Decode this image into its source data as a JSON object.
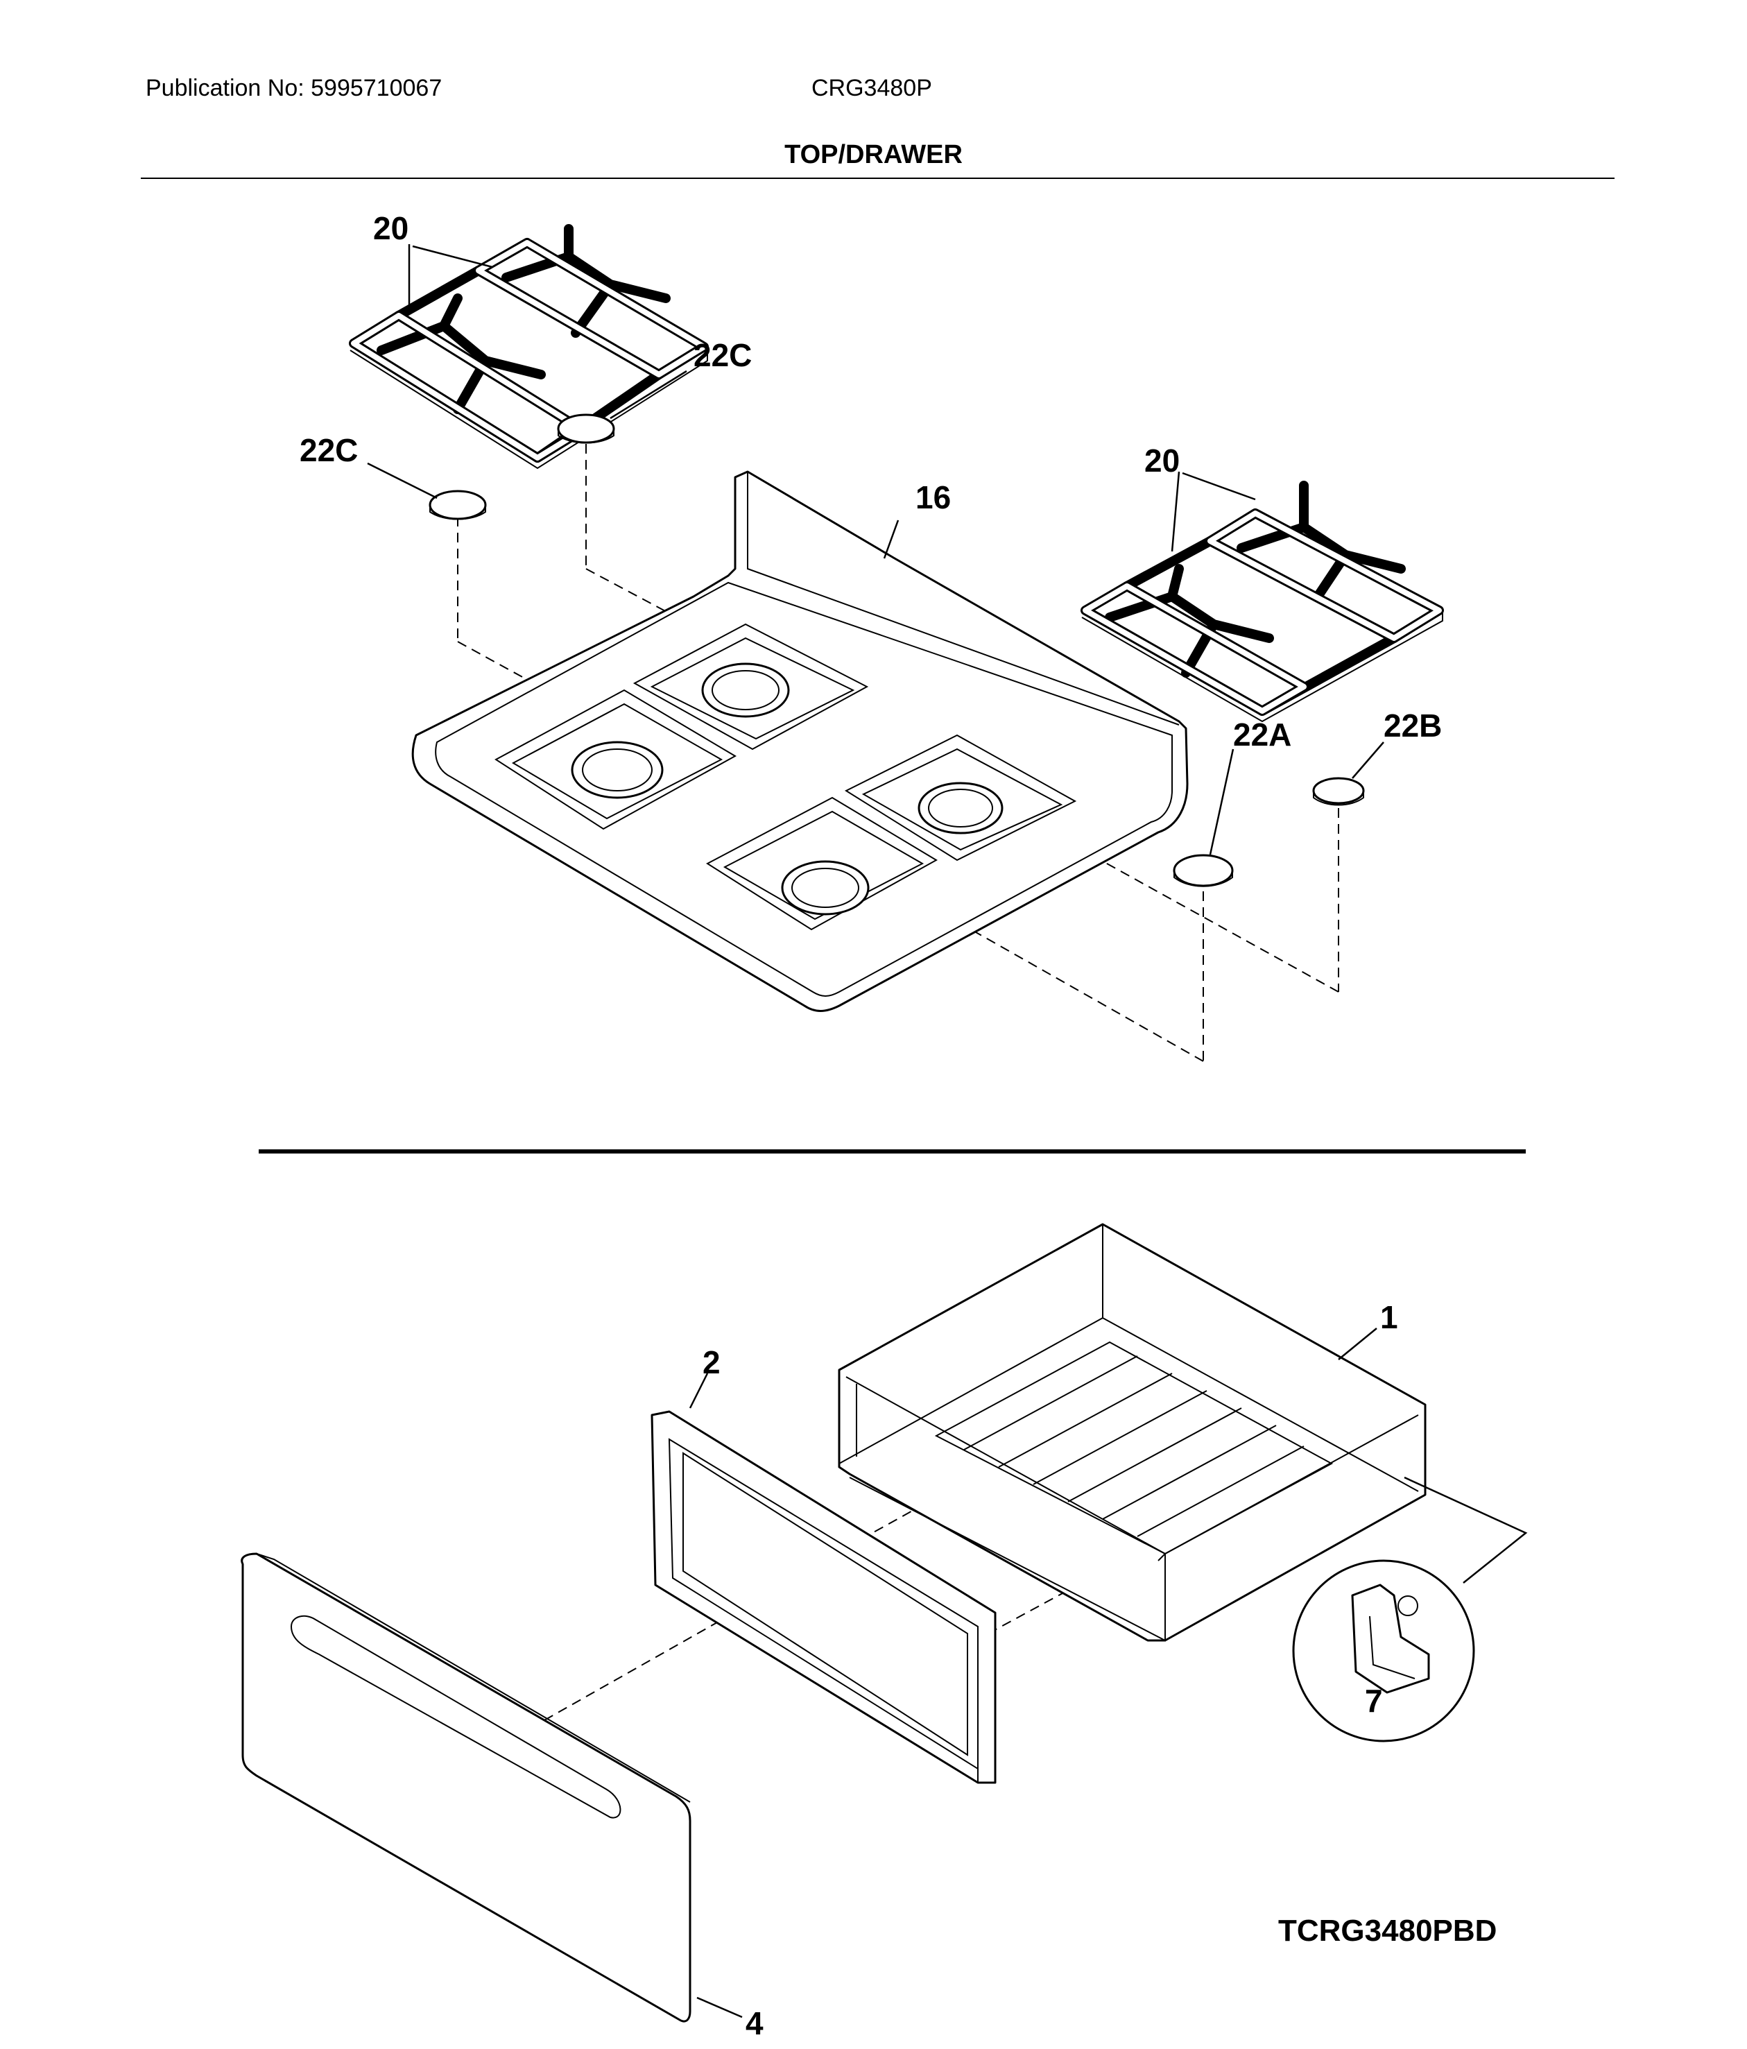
{
  "header": {
    "publication": "Publication No: 5995710067",
    "model": "CRG3480P",
    "section_title": "TOP/DRAWER"
  },
  "callouts": {
    "grate_left": "20",
    "grate_right": "20",
    "foot_22c_left": "22C",
    "foot_22c_right": "22C",
    "cooktop": "16",
    "foot_22a": "22A",
    "foot_22b": "22B",
    "drawer_body": "1",
    "drawer_liner": "2",
    "drawer_front": "4",
    "drawer_glide": "7"
  },
  "footer": {
    "diagram_code": "TCRG3480PBD"
  }
}
